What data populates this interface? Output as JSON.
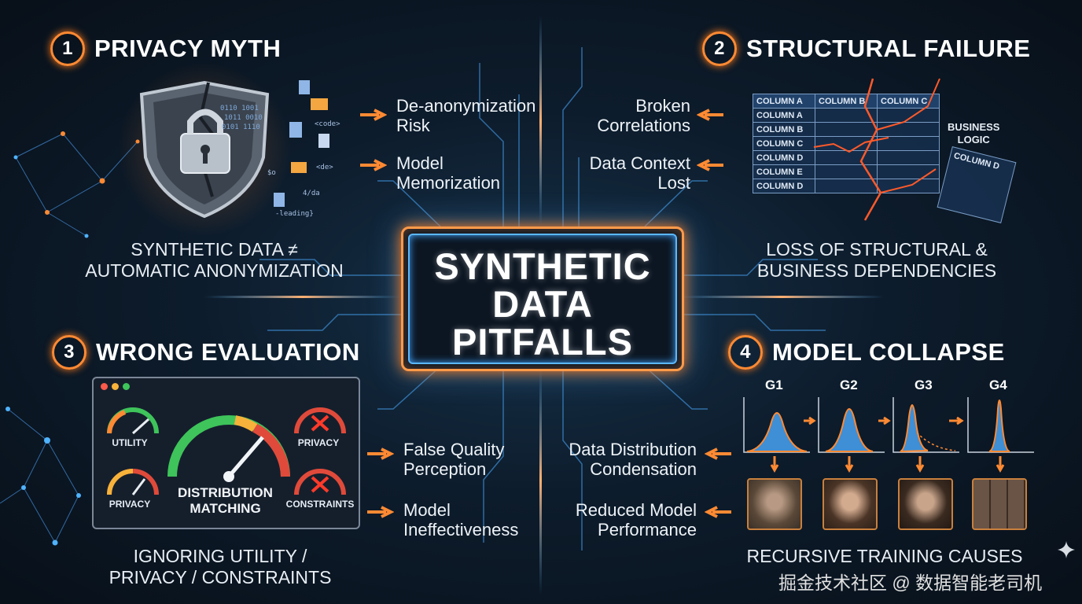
{
  "center": {
    "title_line1": "SYNTHETIC",
    "title_line2": "DATA",
    "title_line3": "PITFALLS"
  },
  "q1": {
    "number": "1",
    "title": "PRIVACY MYTH",
    "points": [
      {
        "line1": "De-anonymization",
        "line2": "Risk"
      },
      {
        "line1": "Model",
        "line2": "Memorization"
      }
    ],
    "caption_line1": "SYNTHETIC DATA ≠",
    "caption_line2": "AUTOMATIC ANONYMIZATION",
    "art_labels": [
      "<code>",
      "<de>",
      "4/da",
      "-leading}",
      "$o"
    ]
  },
  "q2": {
    "number": "2",
    "title": "STRUCTURAL FAILURE",
    "points": [
      {
        "line1": "Broken",
        "line2": "Correlations"
      },
      {
        "line1": "Data Context",
        "line2": "Lost"
      }
    ],
    "table_header": [
      "COLUMN A",
      "COLUMN B",
      "COLUMN C"
    ],
    "table_rows": [
      "COLUMN A",
      "COLUMN B",
      "COLUMN C",
      "COLUMN D",
      "COLUMN E",
      "COLUMN D"
    ],
    "business_logic_line1": "BUSINESS",
    "business_logic_line2": "LOGIC",
    "fragment_label": "COLUMN D",
    "caption_line1": "LOSS OF STRUCTURAL &",
    "caption_line2": "BUSINESS DEPENDENCIES"
  },
  "q3": {
    "number": "3",
    "title": "WRONG EVALUATION",
    "gauges": {
      "utility": "UTILITY",
      "privacy_left": "PRIVACY",
      "privacy_right": "PRIVACY",
      "constraints": "CONSTRAINTS",
      "main_line1": "DISTRIBUTION",
      "main_line2": "MATCHING"
    },
    "points": [
      {
        "line1": "False Quality",
        "line2": "Perception"
      },
      {
        "line1": "Model",
        "line2": "Ineffectiveness"
      }
    ],
    "caption_line1": "IGNORING UTILITY /",
    "caption_line2": "PRIVACY / CONSTRAINTS"
  },
  "q4": {
    "number": "4",
    "title": "MODEL COLLAPSE",
    "generations": [
      "G1",
      "G2",
      "G3",
      "G4"
    ],
    "points": [
      {
        "line1": "Data Distribution",
        "line2": "Condensation"
      },
      {
        "line1": "Reduced Model",
        "line2": "Performance"
      }
    ],
    "caption_line1": "RECURSIVE TRAINING CAUSES"
  },
  "watermark": "掘金技术社区 @ 数据智能老司机",
  "colors": {
    "accent": "#ff8a33",
    "glow_blue": "#4fb3ff",
    "panel_border": "#7b8797",
    "bg": "#0a1420"
  }
}
